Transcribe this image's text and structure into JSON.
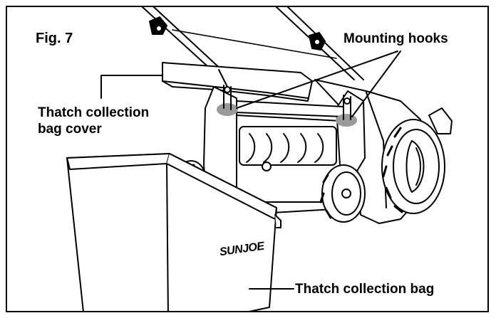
{
  "figure": {
    "label": "Fig. 7",
    "callouts": {
      "mounting_hooks": "Mounting hooks",
      "bag_cover_line1": "Thatch collection",
      "bag_cover_line2": "bag cover",
      "collection_bag": "Thatch collection bag"
    },
    "brand_logo_text": "SUNJOE"
  },
  "colors": {
    "line": "#000000",
    "hook_highlight": "#9a9a9a",
    "background": "#ffffff"
  }
}
